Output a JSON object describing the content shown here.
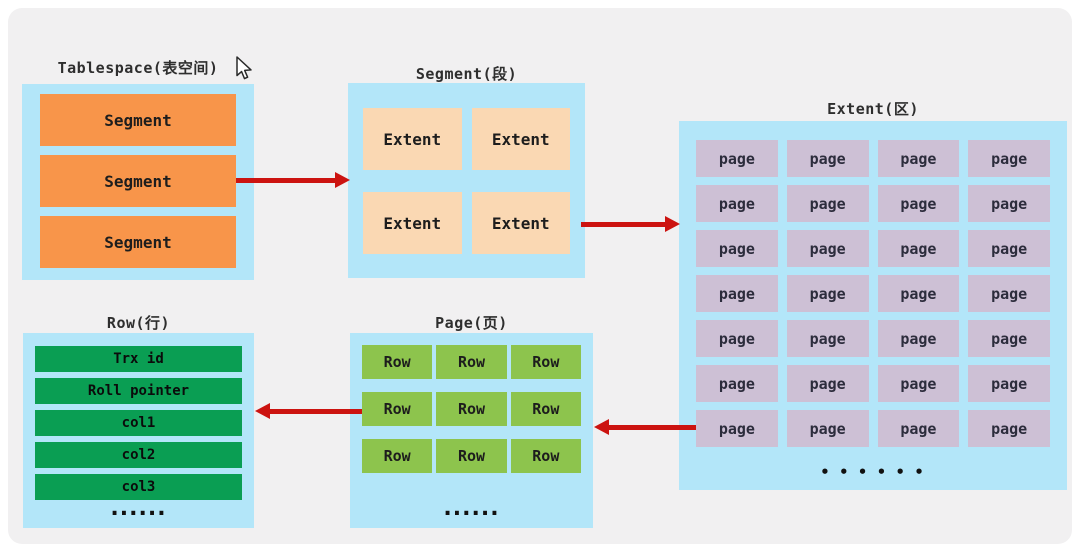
{
  "diagram": {
    "tablespace": {
      "title": "Tablespace(表空间)",
      "cells": [
        "Segment",
        "Segment",
        "Segment"
      ]
    },
    "segment": {
      "title": "Segment(段)",
      "cells": [
        "Extent",
        "Extent",
        "Extent",
        "Extent"
      ]
    },
    "extent": {
      "title": "Extent(区)",
      "cells": [
        "page",
        "page",
        "page",
        "page",
        "page",
        "page",
        "page",
        "page",
        "page",
        "page",
        "page",
        "page",
        "page",
        "page",
        "page",
        "page",
        "page",
        "page",
        "page",
        "page",
        "page",
        "page",
        "page",
        "page",
        "page",
        "page",
        "page",
        "page"
      ],
      "ellipsis": "• • • • • •"
    },
    "page": {
      "title": "Page(页)",
      "cells": [
        "Row",
        "Row",
        "Row",
        "Row",
        "Row",
        "Row",
        "Row",
        "Row",
        "Row"
      ],
      "ellipsis": "......"
    },
    "row": {
      "title": "Row(行)",
      "cells": [
        "Trx id",
        "Roll pointer",
        "col1",
        "col2",
        "col3"
      ],
      "ellipsis": "......"
    }
  },
  "colors": {
    "panel_bg": "#f1f0f1",
    "container_bg": "#b3e6f9",
    "segment_box": "#f8954a",
    "extent_box": "#fad8b3",
    "page_box": "#cdc0d5",
    "row_box": "#8dc44d",
    "field_box": "#0a9e53",
    "arrow": "#cc1310"
  }
}
